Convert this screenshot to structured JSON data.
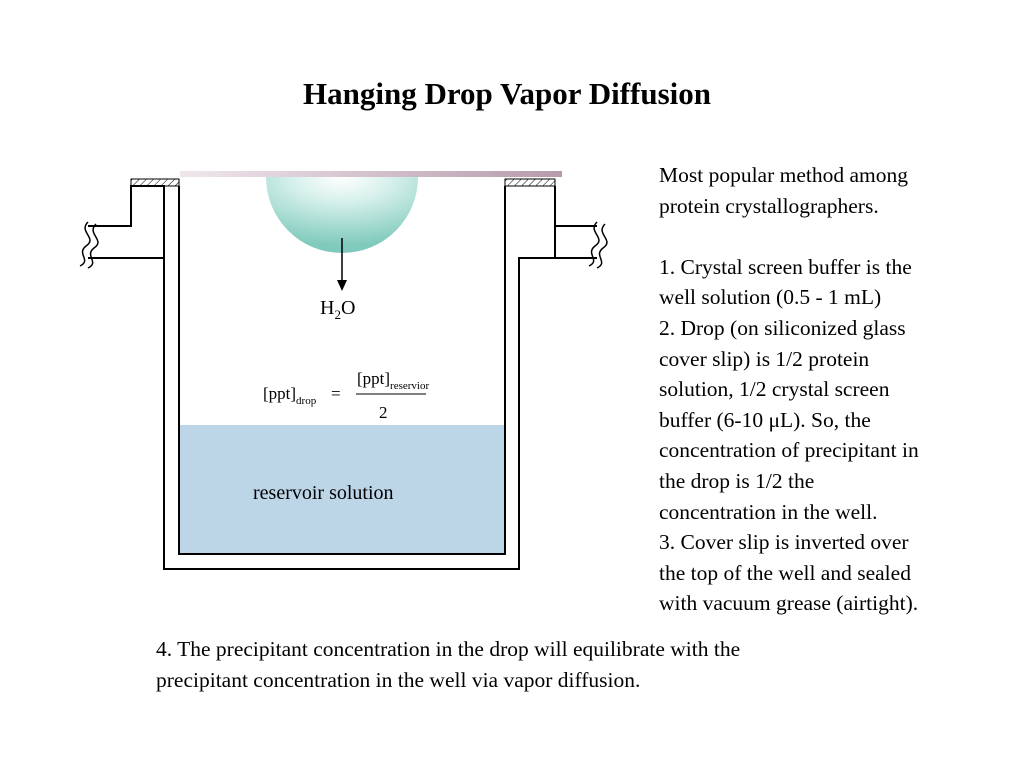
{
  "title": "Hanging Drop Vapor Diffusion",
  "diagram": {
    "water_label_main": "H",
    "water_label_sub": "2",
    "water_label_tail": "O",
    "equation": {
      "lhs_main": "[ppt]",
      "lhs_sub": "drop",
      "equals": "=",
      "numerator_main": "[ppt]",
      "numerator_sub": "reservior",
      "denominator": "2"
    },
    "reservoir_label": "reservoir solution",
    "colors": {
      "drop": "#8fd3c8",
      "reservoir": "#bcd6e8",
      "cover_slip": "#c2a8b8",
      "outline": "#000000"
    }
  },
  "side_text": {
    "intro_line1": "Most popular method among",
    "intro_line2": "protein crystallographers.",
    "item1_line1": "1.  Crystal screen buffer is the",
    "item1_line2": "well solution (0.5 - 1 mL)",
    "item2_line1": "2.  Drop (on siliconized glass",
    "item2_line2": "cover slip) is 1/2 protein",
    "item2_line3": "solution, 1/2 crystal screen",
    "item2_line4": "buffer (6-10 μL).  So, the",
    "item2_line5": "concentration of precipitant in",
    "item2_line6": "the drop is 1/2 the",
    "item2_line7": "concentration in the well.",
    "item3_line1": "3.  Cover slip is inverted over",
    "item3_line2": "the top of the well and sealed",
    "item3_line3": "with vacuum grease (airtight)."
  },
  "bottom_text": {
    "line1": "4.  The precipitant concentration in the drop will equilibrate with the",
    "line2": "precipitant concentration in the well via vapor diffusion."
  }
}
